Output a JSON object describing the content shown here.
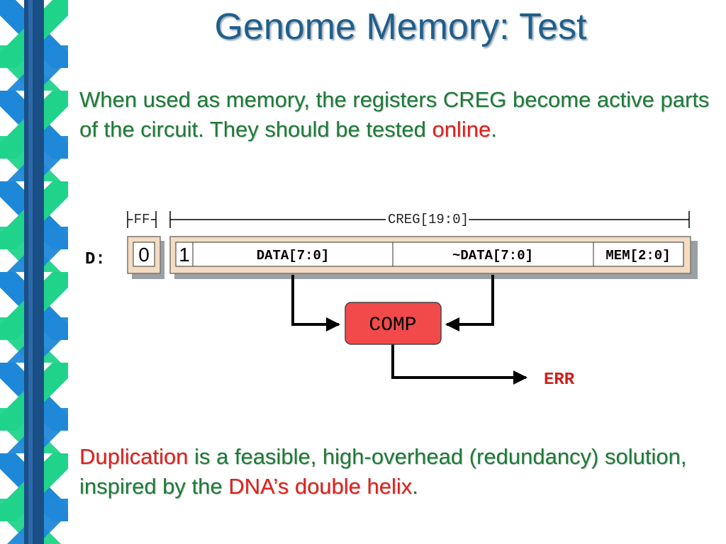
{
  "title": "Genome Memory: Test",
  "intro": {
    "text_before": "When used as memory, the registers CREG become active parts of the circuit. They should be tested ",
    "highlight": "online",
    "text_after": "."
  },
  "diagram": {
    "ff_label": "FF",
    "creg_label": "CREG[19:0]",
    "row_label": "D:",
    "ff_value": "0",
    "creg_lead_value": "1",
    "fields": [
      "DATA[7:0]",
      "~DATA[7:0]",
      "MEM[2:0]"
    ],
    "comparator": "COMP",
    "output": "ERR"
  },
  "conclusion": {
    "highlight1": "Duplication",
    "text_mid": " is a feasible, high-overhead (redundancy) solution, inspired by the ",
    "highlight2": "DNA’s double helix",
    "text_after": "."
  },
  "colors": {
    "title": "#1f5f8c",
    "text_green": "#1e7a3a",
    "highlight_red": "#e0201e",
    "register_frame": "#f5dcc0",
    "comparator_fill": "#f24a4a",
    "helix_blue": "#1e88d8",
    "helix_green": "#1fd48a",
    "helix_navy": "#1a4f86"
  }
}
